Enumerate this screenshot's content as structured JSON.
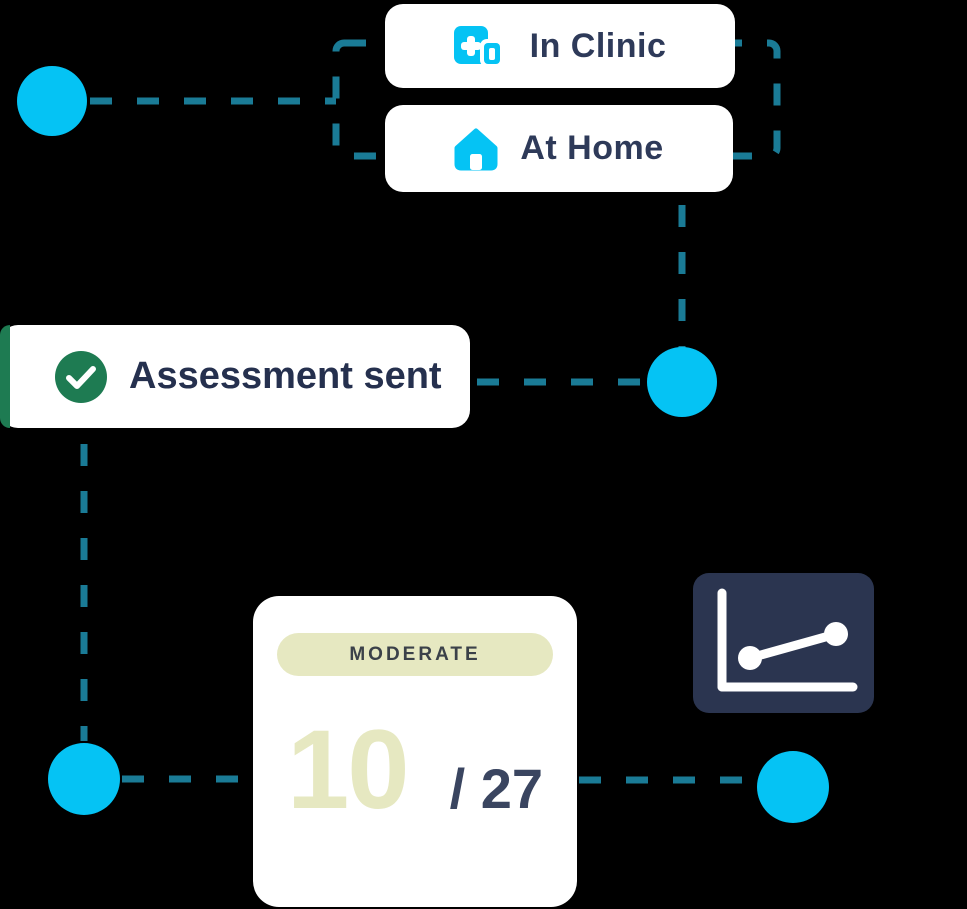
{
  "colors": {
    "background": "#000000",
    "card-bg": "#FFFFFF",
    "cyan": "#05C3F4",
    "dash-teal": "#1A7B96",
    "navy-text": "#2E3A59",
    "assessment-text": "#25304E",
    "green": "#1E7B52",
    "khaki": "#E6E8C1",
    "badge-text": "#3B4149",
    "score-denominator": "#3A4560",
    "chart-card-bg": "#2B3550",
    "icon-white": "#FFFFFF"
  },
  "cards": {
    "in_clinic": {
      "label": "In Clinic",
      "icon": "clinic-icon"
    },
    "at_home": {
      "label": "At Home",
      "icon": "home-icon"
    },
    "assessment": {
      "label": "Assessment sent",
      "icon": "check-circle-icon"
    },
    "score": {
      "severity_label": "MODERATE",
      "value": "10",
      "denominator": "/ 27"
    },
    "chart": {
      "icon": "line-chart-icon"
    }
  }
}
